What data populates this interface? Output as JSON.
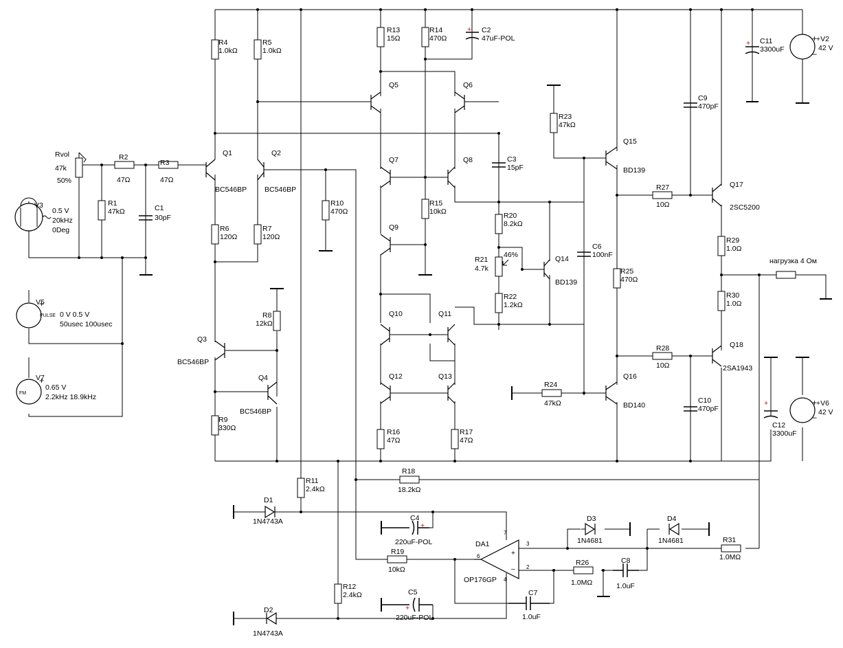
{
  "components": {
    "Rvol": {
      "ref": "Rvol",
      "value": "47k",
      "extra": "50%"
    },
    "R1": {
      "ref": "R1",
      "value": "47kΩ"
    },
    "R2": {
      "ref": "R2",
      "value": "47Ω"
    },
    "R3": {
      "ref": "R3",
      "value": "47Ω"
    },
    "C1": {
      "ref": "C1",
      "value": "30pF"
    },
    "R4": {
      "ref": "R4",
      "value": "1.0kΩ"
    },
    "R5": {
      "ref": "R5",
      "value": "1.0kΩ"
    },
    "R6": {
      "ref": "R6",
      "value": "120Ω"
    },
    "R7": {
      "ref": "R7",
      "value": "120Ω"
    },
    "R8": {
      "ref": "R8",
      "value": "12kΩ"
    },
    "R9": {
      "ref": "R9",
      "value": "330Ω"
    },
    "R10": {
      "ref": "R10",
      "value": "470Ω"
    },
    "R11": {
      "ref": "R11",
      "value": "2.4kΩ"
    },
    "R12": {
      "ref": "R12",
      "value": "2.4kΩ"
    },
    "R13": {
      "ref": "R13",
      "value": "15Ω"
    },
    "R14": {
      "ref": "R14",
      "value": "470Ω"
    },
    "R15": {
      "ref": "R15",
      "value": "10kΩ"
    },
    "R16": {
      "ref": "R16",
      "value": "47Ω"
    },
    "R17": {
      "ref": "R17",
      "value": "47Ω"
    },
    "R18": {
      "ref": "R18",
      "value": "18.2kΩ"
    },
    "R19": {
      "ref": "R19",
      "value": "10kΩ"
    },
    "R20": {
      "ref": "R20",
      "value": "8.2kΩ"
    },
    "R21": {
      "ref": "R21",
      "value": "4.7k",
      "extra": "46%"
    },
    "R22": {
      "ref": "R22",
      "value": "1.2kΩ"
    },
    "R23": {
      "ref": "R23",
      "value": "47kΩ"
    },
    "R24": {
      "ref": "R24",
      "value": "47kΩ"
    },
    "R25": {
      "ref": "R25",
      "value": "470Ω"
    },
    "R26": {
      "ref": "R26",
      "value": "1.0MΩ"
    },
    "R27": {
      "ref": "R27",
      "value": "10Ω"
    },
    "R28": {
      "ref": "R28",
      "value": "10Ω"
    },
    "R29": {
      "ref": "R29",
      "value": "1.0Ω"
    },
    "R30": {
      "ref": "R30",
      "value": "1.0Ω"
    },
    "R31": {
      "ref": "R31",
      "value": "1.0MΩ"
    },
    "C2": {
      "ref": "C2",
      "value": "47uF-POL"
    },
    "C3": {
      "ref": "C3",
      "value": "15pF"
    },
    "C4": {
      "ref": "C4",
      "value": "220uF-POL"
    },
    "C5": {
      "ref": "C5",
      "value": "220uF-POL"
    },
    "C6": {
      "ref": "C6",
      "value": "100nF"
    },
    "C7": {
      "ref": "C7",
      "value": "1.0uF"
    },
    "C8": {
      "ref": "C8",
      "value": "1.0uF"
    },
    "C9": {
      "ref": "C9",
      "value": "470pF"
    },
    "C10": {
      "ref": "C10",
      "value": "470pF"
    },
    "C11": {
      "ref": "C11",
      "value": "3300uF"
    },
    "C12": {
      "ref": "C12",
      "value": "3300uF"
    },
    "Q1": {
      "ref": "Q1",
      "value": "BC546BP"
    },
    "Q2": {
      "ref": "Q2",
      "value": "BC546BP"
    },
    "Q3": {
      "ref": "Q3",
      "value": "BC546BP"
    },
    "Q4": {
      "ref": "Q4",
      "value": "BC546BP"
    },
    "Q5": {
      "ref": "Q5"
    },
    "Q6": {
      "ref": "Q6"
    },
    "Q7": {
      "ref": "Q7"
    },
    "Q8": {
      "ref": "Q8"
    },
    "Q9": {
      "ref": "Q9"
    },
    "Q10": {
      "ref": "Q10"
    },
    "Q11": {
      "ref": "Q11"
    },
    "Q12": {
      "ref": "Q12"
    },
    "Q13": {
      "ref": "Q13"
    },
    "Q14": {
      "ref": "Q14",
      "value": "BD139"
    },
    "Q15": {
      "ref": "Q15",
      "value": "BD139"
    },
    "Q16": {
      "ref": "Q16",
      "value": "BD140"
    },
    "Q17": {
      "ref": "Q17",
      "value": "2SC5200"
    },
    "Q18": {
      "ref": "Q18",
      "value": "2SA1943"
    },
    "D1": {
      "ref": "D1",
      "value": "1N4743A"
    },
    "D2": {
      "ref": "D2",
      "value": "1N4743A"
    },
    "D3": {
      "ref": "D3",
      "value": "1N4681"
    },
    "D4": {
      "ref": "D4",
      "value": "1N4681"
    },
    "DA1": {
      "ref": "DA1",
      "value": "OP176GP",
      "pin3": "3",
      "pin2": "2",
      "pin6": "6",
      "pin7": "7",
      "pin4": "4"
    },
    "V2": {
      "ref": "+V2",
      "value": "42 V"
    },
    "V6": {
      "ref": "+V6",
      "value": "42 V"
    },
    "V3": {
      "ref": "V3",
      "line1": "0.5 V",
      "line2": "20kHz",
      "line3": "0Deg"
    },
    "V5": {
      "ref": "V5",
      "tag": "PULSE",
      "line1": "0 V 0.5 V",
      "line2": "50usec 100usec"
    },
    "V7": {
      "ref": "V7",
      "tag": "FM",
      "line1": "0.65 V",
      "line2": "2.2kHz 18.9kHz"
    },
    "load": {
      "label": "нагрузка 4 Ом"
    }
  }
}
